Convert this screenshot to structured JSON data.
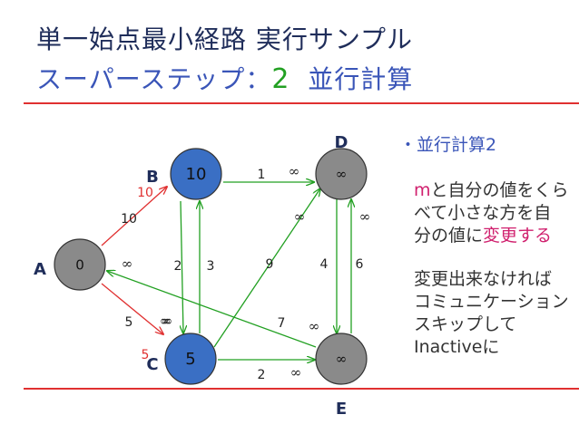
{
  "title": {
    "line1": "単一始点最小経路 実行サンプル",
    "line2_prefix": "スーパーステップ：",
    "line2_num": "2",
    "line2_suffix": "並行計算"
  },
  "colors": {
    "title_dark": "#1f2d5a",
    "title_blue": "#3a55b8",
    "step_green": "#22a022",
    "rule_red": "#e03030",
    "node_active": "#3a6fc4",
    "node_inactive": "#8a8a8a",
    "edge_green": "#22a022",
    "edge_red": "#e03030",
    "label_red": "#e03030"
  },
  "graph": {
    "nodes": [
      {
        "id": "A",
        "value": "0",
        "active": false
      },
      {
        "id": "B",
        "value": "10",
        "active": true,
        "message": "10"
      },
      {
        "id": "C",
        "value": "5",
        "active": true,
        "message": "5"
      },
      {
        "id": "D",
        "value": "∞",
        "active": false
      },
      {
        "id": "E",
        "value": "∞",
        "active": false
      }
    ],
    "edges": [
      {
        "from": "A",
        "to": "B",
        "weight": "10",
        "message": "∞",
        "color": "red"
      },
      {
        "from": "A",
        "to": "C",
        "weight": "5",
        "message": "∞",
        "color": "red"
      },
      {
        "from": "B",
        "to": "D",
        "weight": "1",
        "message": "∞",
        "color": "green"
      },
      {
        "from": "B",
        "to": "C",
        "weight": "2",
        "message": "∞",
        "color": "green"
      },
      {
        "from": "C",
        "to": "B",
        "weight": "3",
        "color": "green"
      },
      {
        "from": "C",
        "to": "D",
        "weight": "9",
        "message": "∞",
        "color": "green"
      },
      {
        "from": "C",
        "to": "E",
        "weight": "2",
        "message": "∞",
        "color": "green"
      },
      {
        "from": "E",
        "to": "A",
        "weight": "7",
        "message": "∞",
        "color": "green"
      },
      {
        "from": "D",
        "to": "E",
        "weight": "4",
        "color": "green"
      },
      {
        "from": "E",
        "to": "D",
        "weight": "6",
        "message": "∞",
        "color": "green"
      }
    ]
  },
  "side": {
    "bullet": "・並行計算2",
    "p1_m": "m",
    "p1_a": "と自分の値をくら",
    "p1_b": "べて小さな方を自",
    "p1_c": "分の値に",
    "p1_c_red": "変更する",
    "p2_a": "変更出来なければ",
    "p2_b": "コミュニケーション",
    "p2_c": "スキップして",
    "p2_d": "Inactiveに"
  }
}
